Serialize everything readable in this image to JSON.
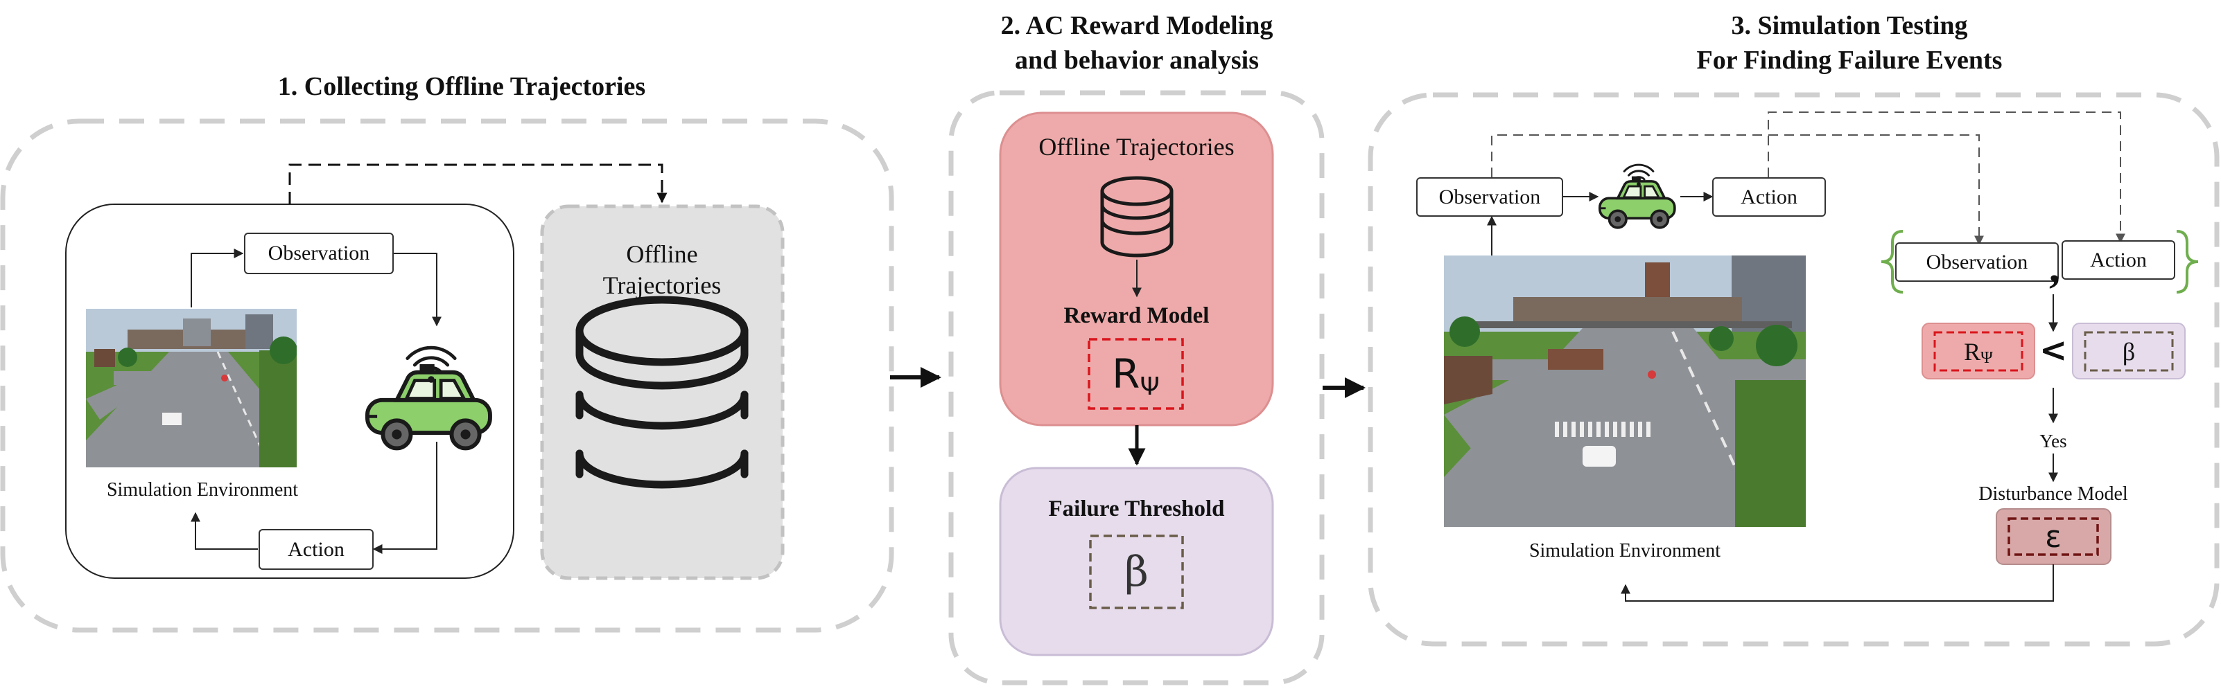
{
  "sections": {
    "collect": {
      "title": "1. Collecting Offline Trajectories"
    },
    "reward": {
      "title_line1": "2. AC Reward Modeling",
      "title_line2": "and behavior analysis"
    },
    "sim": {
      "title_line1": "3. Simulation Testing",
      "title_line2": "For Finding Failure Events"
    }
  },
  "collect": {
    "observation": "Observation",
    "action": "Action",
    "sim_env": "Simulation Environment",
    "offline_line1": "Offline",
    "offline_line2": "Trajectories"
  },
  "reward": {
    "offline": "Offline Trajectories",
    "reward_model": "Reward Model",
    "r_symbol": "R",
    "r_sub": "Ψ",
    "failure_threshold": "Failure Threshold",
    "beta": "β"
  },
  "sim": {
    "observation": "Observation",
    "action": "Action",
    "sim_env": "Simulation Environment",
    "pair_observation": "Observation",
    "pair_action": "Action",
    "pair_comma": ",",
    "r_symbol": "R",
    "r_sub": "Ψ",
    "less_than": "<",
    "beta": "β",
    "yes": "Yes",
    "disturbance_model": "Disturbance Model",
    "epsilon": "ε"
  },
  "colors": {
    "dashed_outline": "#cfcfcf",
    "reward_fill": "#eeaaaa",
    "reward_border": "#dd8f90",
    "threshold_fill": "#e6dcec",
    "threshold_border": "#c9bdd6",
    "offline_fill": "#e1e1e1",
    "car_body": "#8ccf6b",
    "red_dashed": "#d9151c",
    "brown_dashed": "#6a5d49",
    "dark_red_dashed": "#701414",
    "green_brace": "#6fae4d",
    "epsilon_fill": "#d8a8a8"
  },
  "icons": [
    "car-icon",
    "wifi-signal-icon",
    "database-icon",
    "arrow-icon",
    "brace-icon"
  ]
}
